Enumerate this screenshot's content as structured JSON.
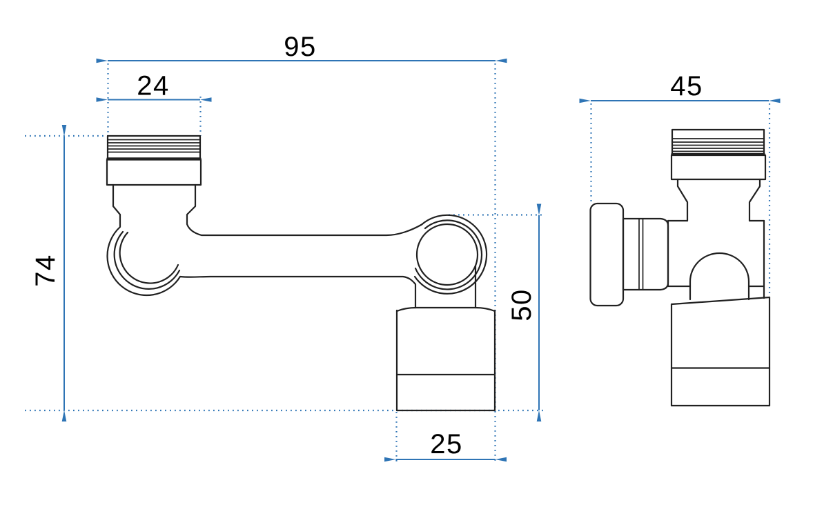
{
  "colors": {
    "background": "#ffffff",
    "outline": "#212121",
    "dimension_lines": "#2e74b5",
    "dimension_text": "#000000"
  },
  "dimensions": {
    "overall_width": {
      "value": "95"
    },
    "inlet_thread_width": {
      "value": "24"
    },
    "overall_height": {
      "value": "74"
    },
    "outlet_section_height": {
      "value": "50"
    },
    "outlet_width": {
      "value": "25"
    },
    "side_view_width": {
      "value": "45"
    }
  }
}
